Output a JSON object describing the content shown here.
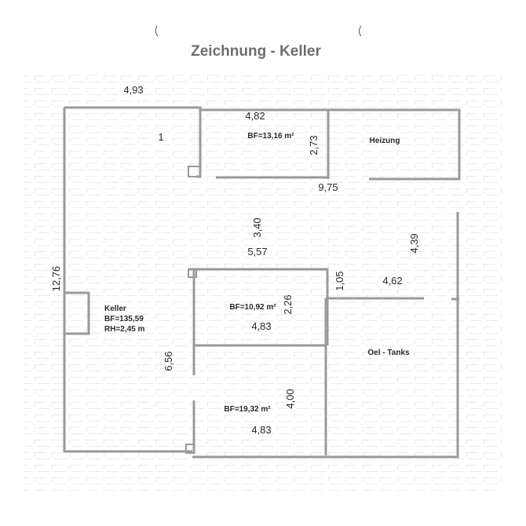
{
  "title": "Zeichnung - Keller",
  "dimensions": {
    "top_left_width": "4,93",
    "room1_width": "4,82",
    "room1_height": "2,73",
    "corridor_length": "9,75",
    "hall_depth": "3,40",
    "hall_width": "5,57",
    "right_height": "4,39",
    "total_height": "12,76",
    "passage_width": "1,05",
    "oel_width": "4,62",
    "room2_height": "2,26",
    "room2_width": "4,83",
    "left_height": "6,56",
    "room3_height": "4,00",
    "room3_width": "4,83"
  },
  "rooms": {
    "room1_number": "1",
    "room1_area": "BF=13,16 m²",
    "heizung": "Heizung",
    "keller_name": "Keller",
    "keller_area": "BF=135,59",
    "keller_height": "RH=2,45 m",
    "room2_area": "BF=10,92 m²",
    "room3_area": "BF=19,32 m²",
    "oel_tanks": "Oel - Tanks"
  }
}
